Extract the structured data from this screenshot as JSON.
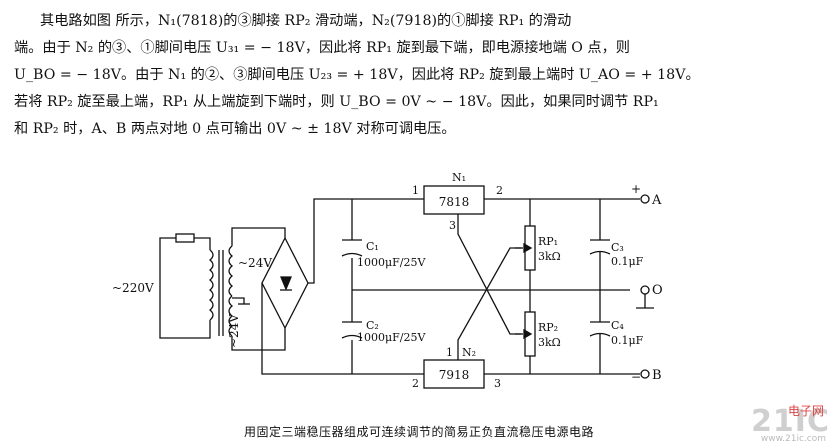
{
  "paragraph": [
    "其电路如图    所示，N₁(7818)的③脚接 RP₂ 滑动端，N₂(7918)的①脚接 RP₁ 的滑动",
    "端。由于 N₂ 的③、①脚间电压 U₃₁ = − 18V，因此将 RP₁ 旋到最下端，即电源接地端 O 点，则",
    "U_BO = − 18V。由于 N₁ 的②、③脚间电压 U₂₃ = + 18V，因此将 RP₂ 旋到最上端时 U_AO = + 18V。",
    "若将 RP₂ 旋至最上端，RP₁ 从上端旋到下端时，则 U_BO = 0V ~ − 18V。因此，如果同时调节 RP₁",
    "和 RP₂ 时，A、B 两点对地 0 点可输出 0V ~ ± 18V 对称可调电压。"
  ],
  "circuit": {
    "mains": "~220V",
    "sec_top": "~24V",
    "sec_bottom": "~24V",
    "n1_label": "N₁",
    "n1_part": "7818",
    "n2_label": "N₂",
    "n2_part": "7918",
    "n1_pin_in": "1",
    "n1_pin_out": "2",
    "n1_pin_gnd": "3",
    "n2_pin_gnd": "1",
    "n2_pin_in": "2",
    "n2_pin_out": "3",
    "c1": "C₁",
    "c1_val": "1000μF/25V",
    "c2": "C₂",
    "c2_val": "1000μF/25V",
    "c3": "C₃",
    "c3_val": "0.1μF",
    "c4": "C₄",
    "c4_val": "0.1μF",
    "rp1": "RP₁",
    "rp1_val": "3kΩ",
    "rp2": "RP₂",
    "rp2_val": "3kΩ",
    "term_a_sign": "+",
    "term_a": "A",
    "term_o": "O",
    "term_b_sign": "−",
    "term_b": "B"
  },
  "caption": "用固定三端稳压器组成可连续调节的简易正负直流稳压电源电路",
  "watermark": {
    "main": "21IC",
    "sub": "电子网",
    "url": "www.21ic.com"
  }
}
